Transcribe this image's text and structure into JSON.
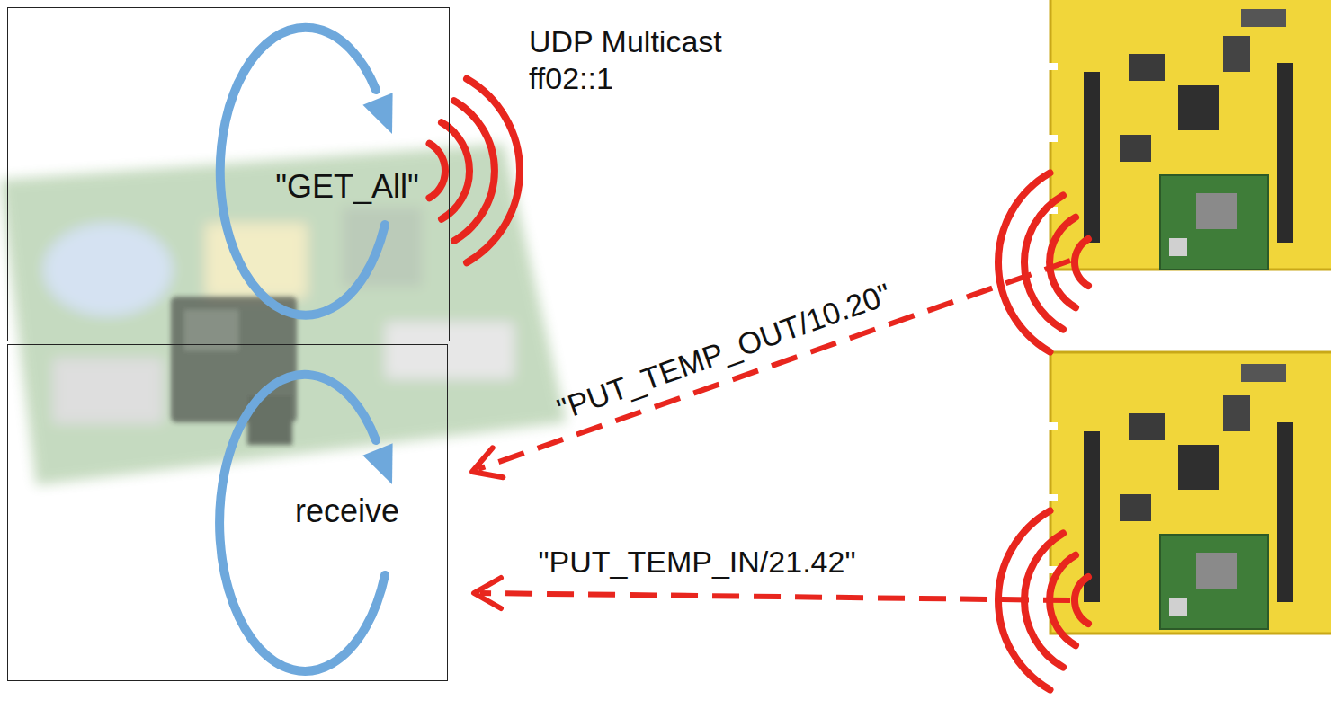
{
  "diagram": {
    "nodes": [
      {
        "text": [
          "\"GET_All\""
        ]
      },
      {
        "text": [
          "receive"
        ]
      }
    ],
    "labels": [
      "UDP Multicast ff02::1",
      "\"PUT_TEMP_OUT/10.20\"",
      "\"PUT_TEMP_IN/21.42\""
    ]
  }
}
